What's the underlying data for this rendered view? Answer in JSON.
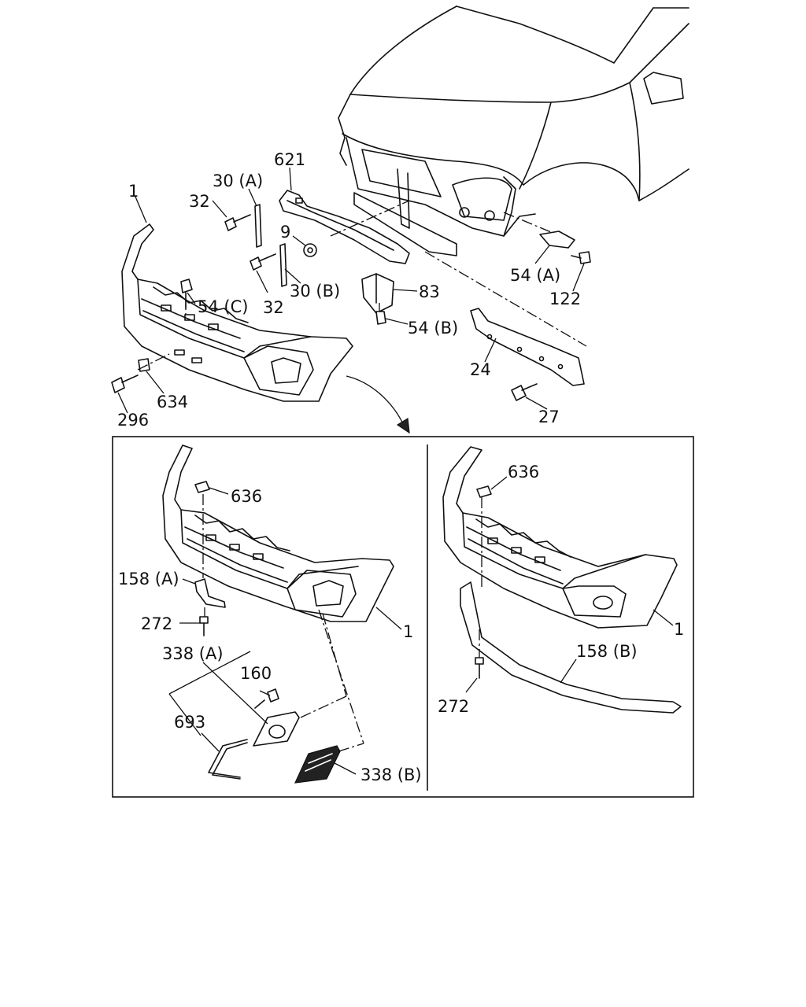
{
  "labels": {
    "l1_top": "1",
    "l30a": "30 (A)",
    "l32_top": "32",
    "l621": "621",
    "l9": "9",
    "l54c": "54 (C)",
    "l32_mid": "32",
    "l30b": "30 (B)",
    "l83": "83",
    "l54b": "54 (B)",
    "l54a": "54 (A)",
    "l122": "122",
    "l24": "24",
    "l27": "27",
    "l634": "634",
    "l296": "296",
    "l636_left": "636",
    "l158a": "158 (A)",
    "l272_left": "272",
    "l1_left": "1",
    "l338a": "338 (A)",
    "l160": "160",
    "l693": "693",
    "l338b": "338 (B)",
    "l636_right": "636",
    "l1_right": "1",
    "l158b": "158 (B)",
    "l272_right": "272"
  }
}
